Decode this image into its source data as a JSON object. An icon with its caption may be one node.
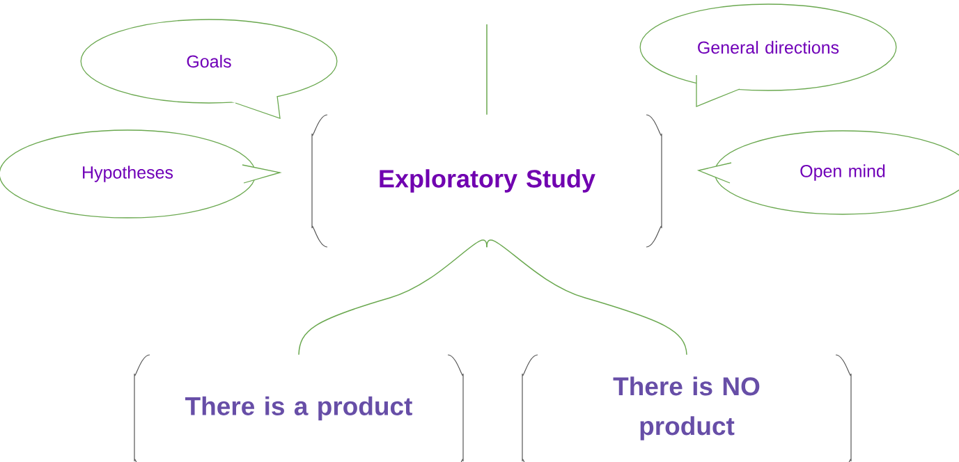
{
  "diagram": {
    "nodes": [
      {
        "text": [
          "Goals"
        ]
      },
      {
        "text": [
          "General directions"
        ]
      },
      {
        "text": [
          "Hypotheses"
        ]
      },
      {
        "text": [
          "Exploratory Study"
        ]
      },
      {
        "text": [
          "Open mind"
        ]
      },
      {
        "text": [
          "There is a product"
        ]
      },
      {
        "text": [
          "There is NO product"
        ]
      }
    ],
    "edges": [
      {
        "from": null,
        "to": 3,
        "arrow": "none"
      },
      {
        "from": 3,
        "to": 5,
        "arrow": "none"
      },
      {
        "from": 3,
        "to": 6,
        "arrow": "none"
      }
    ]
  }
}
